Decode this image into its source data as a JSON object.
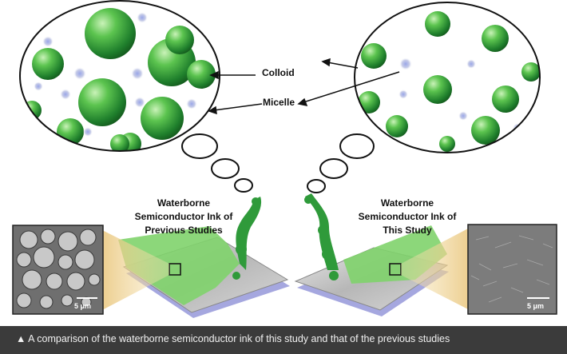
{
  "labels": {
    "colloid": "Colloid",
    "micelle": "Micelle",
    "previous_ink_line1": "Waterborne",
    "previous_ink_line2": "Semiconductor Ink of",
    "previous_ink_line3": "Previous Studies",
    "this_ink_line1": "Waterborne",
    "this_ink_line2": "Semiconductor Ink of",
    "this_ink_line3": "This Study",
    "scale_left": "5 μm",
    "scale_right": "5 μm"
  },
  "caption": {
    "marker": "▲",
    "text": "A comparison of the waterborne semiconductor ink of this study and that of the previous studies"
  },
  "colors": {
    "colloid_green": "#2f9a3a",
    "film_green": "#7fd36b",
    "caption_bg": "#3b3b3b",
    "sem_gray": "#7a7a7a"
  }
}
